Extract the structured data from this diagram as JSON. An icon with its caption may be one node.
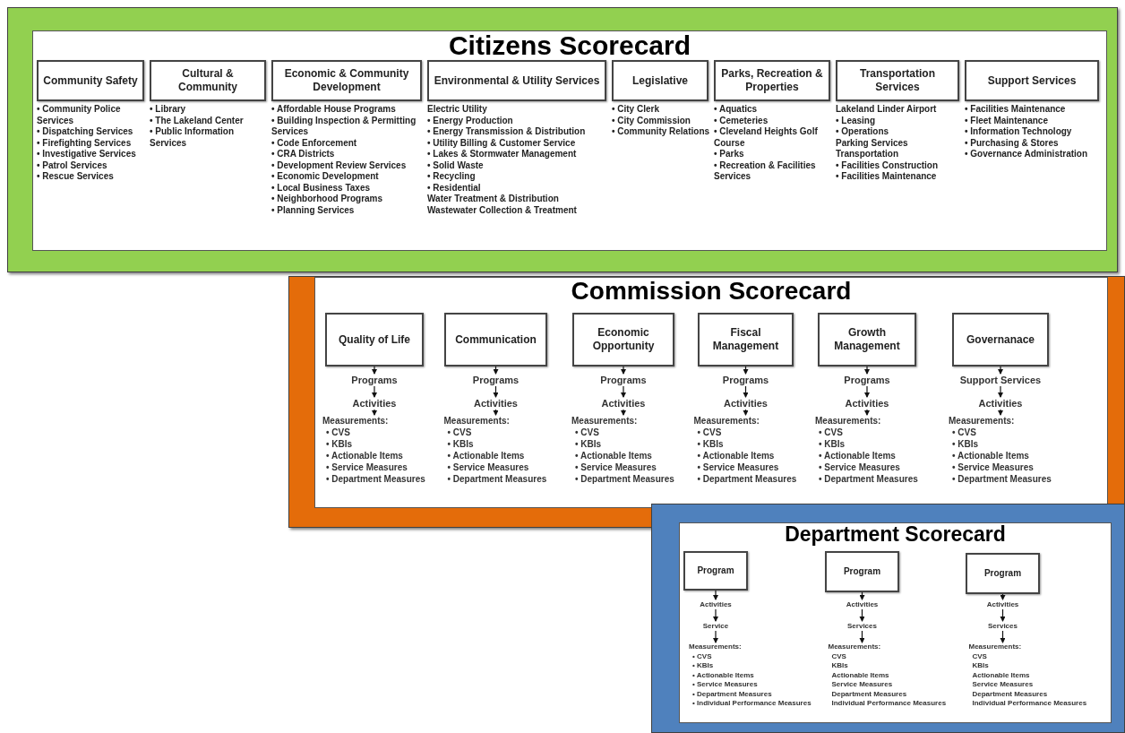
{
  "diagram": {
    "nodes": [
      {
        "text": [
          "Citizens Scorecard"
        ]
      },
      {
        "text": [
          "Community Safety"
        ],
        "in": 0,
        "beside": [
          "• Community Police Services",
          "• Dispatching Services",
          "• Firefighting Services",
          "• Investigative Services",
          "• Patrol Services",
          "• Rescue Services"
        ]
      },
      {
        "text": [
          "Cultural & Community"
        ],
        "in": 0,
        "beside": [
          "• Library",
          "• The Lakeland Center",
          "• Public Information Services"
        ]
      },
      {
        "text": [
          "Economic & Community Development"
        ],
        "in": 0,
        "beside": [
          "• Affordable House Programs",
          "• Building Inspection & Permitting Services",
          "• Code Enforcement",
          "• CRA Districts",
          "• Development Review Services",
          "• Economic Development",
          "• Local Business Taxes",
          "• Neighborhood Programs",
          "• Planning Services"
        ]
      },
      {
        "text": [
          "Environmental & Utility Services"
        ],
        "in": 0,
        "beside": [
          "Electric Utility",
          "• Energy Production",
          "• Energy Transmission & Distribution",
          "• Utility Billing & Customer Service",
          "• Lakes & Stormwater Management",
          "• Solid Waste",
          "• Recycling",
          "• Residential",
          "Water Treatment & Distribution",
          "Wastewater Collection & Treatment"
        ]
      },
      {
        "text": [
          "Legislative"
        ],
        "in": 0,
        "beside": [
          "• City Clerk",
          "• City Commission",
          "• Community Relations"
        ]
      },
      {
        "text": [
          "Parks, Recreation & Properties"
        ],
        "in": 0,
        "beside": [
          "• Aquatics",
          "• Cemeteries",
          "• Cleveland Heights Golf Course",
          "• Parks",
          "• Recreation & Facilities Services"
        ]
      },
      {
        "text": [
          "Transportation Services"
        ],
        "in": 0,
        "beside": [
          "Lakeland Linder Airport",
          "• Leasing",
          "• Operations",
          "Parking Services",
          "Transportation",
          "• Facilities Construction",
          "• Facilities Maintenance"
        ]
      },
      {
        "text": [
          "Support Services"
        ],
        "in": 0,
        "beside": [
          "• Facilities Maintenance",
          "• Fleet Maintenance",
          "• Information Technology",
          "• Purchasing & Stores",
          "• Governance Administration"
        ]
      },
      {
        "text": [
          "Commission Scorecard"
        ]
      },
      {
        "text": [
          "Quality of Life"
        ],
        "in": 9
      },
      {
        "text": [
          "Communication"
        ],
        "in": 9
      },
      {
        "text": [
          "Economic Opportunity"
        ],
        "in": 9
      },
      {
        "text": [
          "Fiscal Management"
        ],
        "in": 9
      },
      {
        "text": [
          "Growth Management"
        ],
        "in": 9
      },
      {
        "text": [
          "Governanace"
        ],
        "in": 9
      },
      {
        "text": [
          "Programs"
        ],
        "in": 9
      },
      {
        "text": [
          "Activities"
        ],
        "in": 9
      },
      {
        "text": [
          "Measurements:",
          "• CVS",
          "• KBIs",
          "• Actionable Items",
          "• Service Measures",
          "• Department Measures"
        ],
        "in": 9
      },
      {
        "text": [
          "Programs"
        ],
        "in": 9
      },
      {
        "text": [
          "Activities"
        ],
        "in": 9
      },
      {
        "text": [
          "Measurements:",
          "• CVS",
          "• KBIs",
          "• Actionable Items",
          "• Service Measures",
          "• Department Measures"
        ],
        "in": 9
      },
      {
        "text": [
          "Programs"
        ],
        "in": 9
      },
      {
        "text": [
          "Activities"
        ],
        "in": 9
      },
      {
        "text": [
          "Measurements:",
          "• CVS",
          "• KBIs",
          "• Actionable Items",
          "• Service Measures",
          "• Department Measures"
        ],
        "in": 9
      },
      {
        "text": [
          "Programs"
        ],
        "in": 9
      },
      {
        "text": [
          "Activities"
        ],
        "in": 9
      },
      {
        "text": [
          "Measurements:",
          "• CVS",
          "• KBIs",
          "• Actionable Items",
          "• Service Measures",
          "• Department Measures"
        ],
        "in": 9
      },
      {
        "text": [
          "Programs"
        ],
        "in": 9
      },
      {
        "text": [
          "Activities"
        ],
        "in": 9
      },
      {
        "text": [
          "Measurements:",
          "• CVS",
          "• KBIs",
          "• Actionable Items",
          "• Service Measures",
          "• Department Measures"
        ],
        "in": 9
      },
      {
        "text": [
          "Support Services"
        ],
        "in": 9
      },
      {
        "text": [
          "Activities"
        ],
        "in": 9
      },
      {
        "text": [
          "Measurements:",
          "• CVS",
          "• KBIs",
          "• Actionable Items",
          "• Service Measures",
          "• Department Measures"
        ],
        "in": 9
      },
      {
        "text": [
          "Department Scorecard"
        ]
      },
      {
        "text": [
          "Program"
        ],
        "in": 34
      },
      {
        "text": [
          "Program"
        ],
        "in": 34
      },
      {
        "text": [
          "Program"
        ],
        "in": 34
      },
      {
        "text": [
          "Activities"
        ],
        "in": 34
      },
      {
        "text": [
          "Service"
        ],
        "in": 34
      },
      {
        "text": [
          "Measurements:",
          "• CVS",
          "• KBIs",
          "• Actionable Items",
          "• Service Measures",
          "• Department Measures",
          "• Individual Performance Measures"
        ],
        "in": 34
      },
      {
        "text": [
          "Activities"
        ],
        "in": 34
      },
      {
        "text": [
          "Services"
        ],
        "in": 34
      },
      {
        "text": [
          "Measurements:",
          "CVS",
          "KBIs",
          "Actionable Items",
          "Service Measures",
          "Department Measures",
          "Individual Performance Measures"
        ],
        "in": 34
      },
      {
        "text": [
          "Activities"
        ],
        "in": 34
      },
      {
        "text": [
          "Services"
        ],
        "in": 34
      },
      {
        "text": [
          "Measurements:",
          "CVS",
          "KBIs",
          "Actionable Items",
          "Service Measures",
          "Department Measures",
          "Individual Performance Measures"
        ],
        "in": 34
      }
    ],
    "edges": [
      {
        "from": 10,
        "to": 16,
        "arrow": "to"
      },
      {
        "from": 16,
        "to": 17,
        "arrow": "to"
      },
      {
        "from": 17,
        "to": 18,
        "arrow": "to"
      },
      {
        "from": 11,
        "to": 19,
        "arrow": "to"
      },
      {
        "from": 19,
        "to": 20,
        "arrow": "to"
      },
      {
        "from": 20,
        "to": 21,
        "arrow": "to"
      },
      {
        "from": 12,
        "to": 22,
        "arrow": "to"
      },
      {
        "from": 22,
        "to": 23,
        "arrow": "to"
      },
      {
        "from": 23,
        "to": 24,
        "arrow": "to"
      },
      {
        "from": 13,
        "to": 25,
        "arrow": "to"
      },
      {
        "from": 25,
        "to": 26,
        "arrow": "to"
      },
      {
        "from": 26,
        "to": 27,
        "arrow": "to"
      },
      {
        "from": 14,
        "to": 28,
        "arrow": "to"
      },
      {
        "from": 28,
        "to": 29,
        "arrow": "to"
      },
      {
        "from": 29,
        "to": 30,
        "arrow": "to"
      },
      {
        "from": 15,
        "to": 31,
        "arrow": "to"
      },
      {
        "from": 31,
        "to": 32,
        "arrow": "to"
      },
      {
        "from": 32,
        "to": 33,
        "arrow": "to"
      },
      {
        "from": 35,
        "to": 38,
        "arrow": "to"
      },
      {
        "from": 38,
        "to": 39,
        "arrow": "to"
      },
      {
        "from": 39,
        "to": 40,
        "arrow": "to"
      },
      {
        "from": 36,
        "to": 41,
        "arrow": "to"
      },
      {
        "from": 41,
        "to": 42,
        "arrow": "to"
      },
      {
        "from": 42,
        "to": 43,
        "arrow": "to"
      },
      {
        "from": 37,
        "to": 44,
        "arrow": "to"
      },
      {
        "from": 44,
        "to": 45,
        "arrow": "to"
      },
      {
        "from": 45,
        "to": 46,
        "arrow": "to"
      }
    ]
  }
}
